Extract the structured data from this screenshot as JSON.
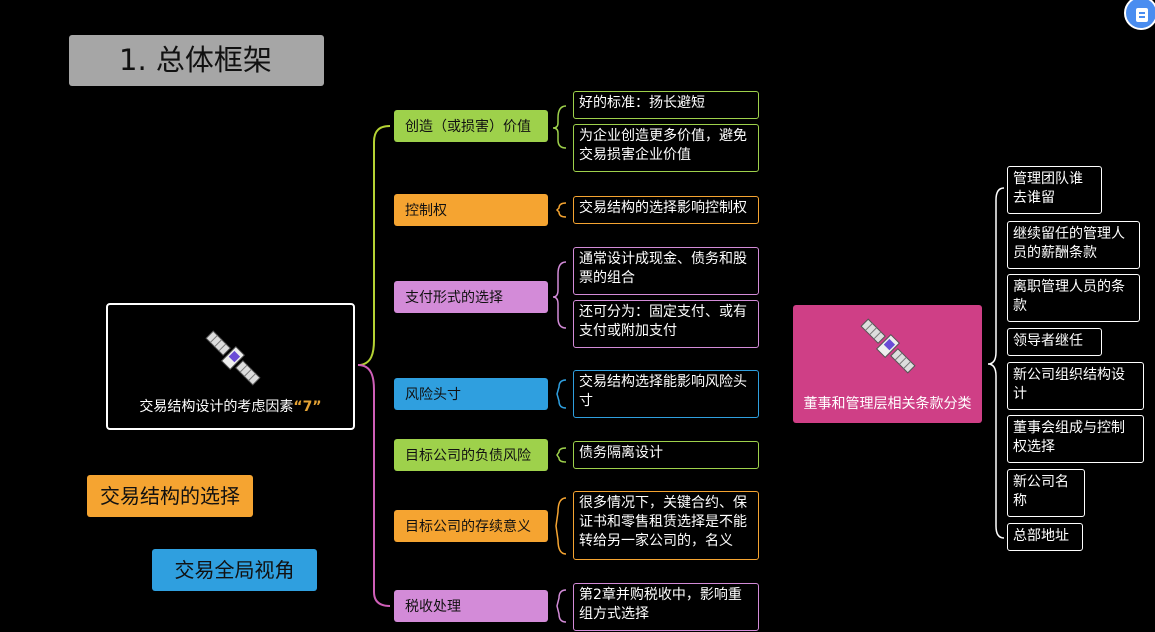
{
  "title": "1. 总体框架",
  "center": {
    "label_prefix": "交易结构设计的考虑因素",
    "label_highlight": "“7”",
    "icon": "satellite-icon"
  },
  "tag_structure": "交易结构的选择",
  "tag_view": "交易全局视角",
  "branches": [
    {
      "label": "创造（或损害）价值",
      "color": "#9ed14b",
      "leaves": [
        "好的标准：扬长避短",
        "为企业创造更多价值，避免交易损害企业价值"
      ]
    },
    {
      "label": "控制权",
      "color": "#f5a431",
      "leaves": [
        "交易结构的选择影响控制权"
      ]
    },
    {
      "label": "支付形式的选择",
      "color": "#d38bd8",
      "leaves": [
        "通常设计成现金、债务和股票的组合",
        "还可分为：固定支付、或有支付或附加支付"
      ]
    },
    {
      "label": "风险头寸",
      "color": "#2f9fdf",
      "leaves": [
        "交易结构选择能影响风险头寸"
      ]
    },
    {
      "label": "目标公司的负债风险",
      "color": "#9ed14b",
      "leaves": [
        "债务隔离设计"
      ]
    },
    {
      "label": "目标公司的存续意义",
      "color": "#f5a431",
      "leaves": [
        "很多情况下，关键合约、保证书和零售租赁选择是不能转给另一家公司的，名义"
      ]
    },
    {
      "label": "税收处理",
      "color": "#d38bd8",
      "leaves": [
        "第2章并购税收中，影响重组方式选择"
      ]
    }
  ],
  "board": {
    "label": "董事和管理层相关条款分类",
    "color": "#cf3f86",
    "icon": "satellite-icon",
    "items": [
      "管理团队谁去谁留",
      "继续留任的管理人员的薪酬条款",
      "离职管理人员的条款",
      "领导者继任",
      "新公司组织结构设计",
      "董事会组成与控制权选择",
      "新公司名称",
      "总部地址"
    ]
  },
  "colors": {
    "connector": "#b5d334",
    "connector_lower": "#cf5fb8"
  }
}
